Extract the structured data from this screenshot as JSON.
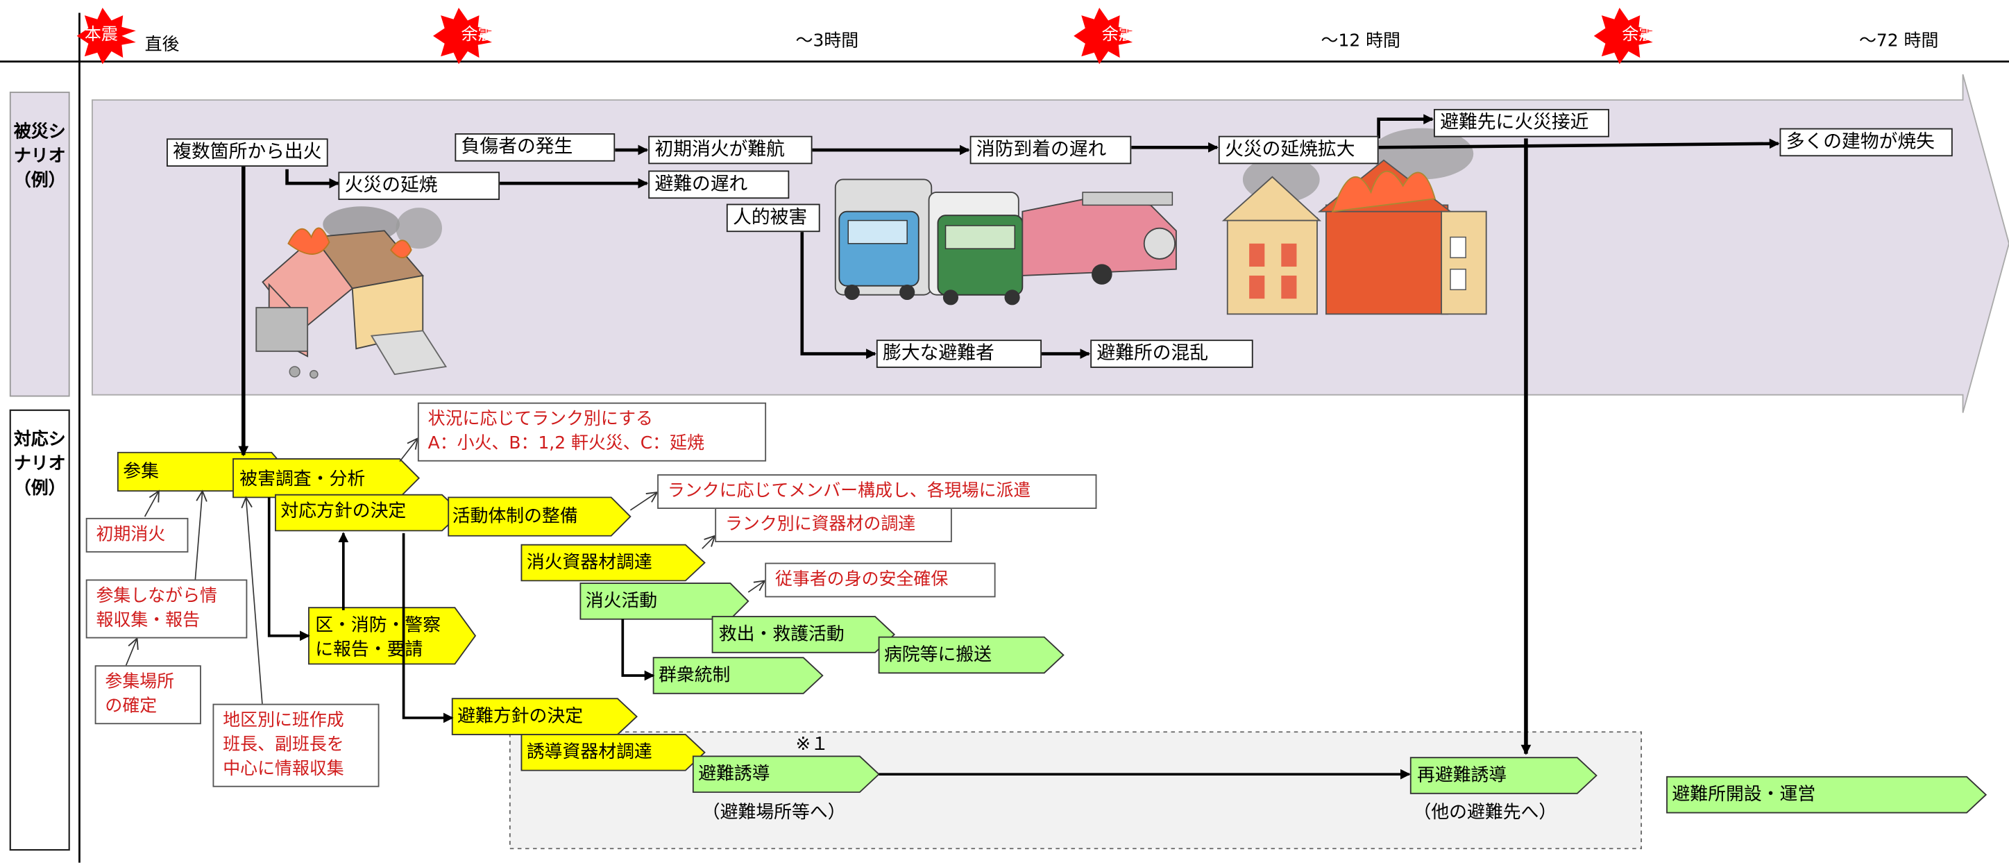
{
  "timeline": {
    "mainshock": "本震",
    "aftershock": "余震",
    "t0": "直後",
    "t1": "～3時間",
    "t2": "～12 時間",
    "t3": "～72 時間"
  },
  "rows": {
    "disaster": "被災シ\nナリオ\n（例）",
    "response": "対応シ\nナリオ\n（例）"
  },
  "disaster": {
    "fire_outbreak": "複数箇所から出火",
    "spread": "火災の延焼",
    "injured": "負傷者の発生",
    "initial_difficult": "初期消火が難航",
    "evac_delay": "避難の遅れ",
    "human_damage": "人的被害",
    "fire_delay": "消防到着の遅れ",
    "expand": "火災の延焼拡大",
    "approach": "避難先に火災接近",
    "burnt": "多くの建物が焼失",
    "many_evacuees": "膨大な避難者",
    "shelter_chaos": "避難所の混乱"
  },
  "response": {
    "gather": "参集",
    "survey": "被害調査・分析",
    "policy": "対応方針の決定",
    "system": "活動体制の整備",
    "fire_materials": "消火資器材調達",
    "firefight": "消火活動",
    "rescue": "救出・救護活動",
    "hospital": "病院等に搬送",
    "crowd": "群衆統制",
    "report": "区・消防・警察\nに報告・要請",
    "evac_policy": "避難方針の決定",
    "guide_materials": "誘導資器材調達",
    "evac_guide": "避難誘導",
    "reguide": "再避難誘導",
    "shelter": "避難所開設・運営",
    "dest1": "（避難場所等へ）",
    "dest2": "（他の避難先へ）",
    "note_mark": "※１"
  },
  "notes": {
    "rank": "状況に応じてランク別にする\nA：小火、B：1,2 軒火災、C：延焼",
    "members": "ランクに応じてメンバー構成し、各現場に派遣",
    "materials": "ランク別に資器材の調達",
    "safety": "従事者の身の安全確保",
    "initial": "初期消火",
    "info": "参集しながら情\n報収集・報告",
    "place": "参集場所\nの確定",
    "district": "地区別に班作成\n班長、副班長を\n中心に情報収集"
  },
  "colors": {
    "yellow": "#ffff00",
    "green": "#b2ff8a",
    "band": "#e3dde9",
    "star": "#ff0000",
    "note_red": "#d01c1c"
  }
}
